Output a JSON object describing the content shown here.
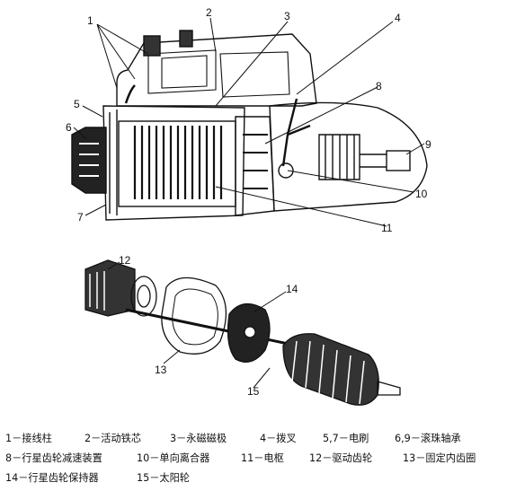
{
  "callouts": [
    "1",
    "2",
    "3",
    "4",
    "5",
    "6",
    "7",
    "8",
    "9",
    "10",
    "11",
    "12",
    "13",
    "14",
    "15"
  ],
  "legend": {
    "row1": [
      "1－接线柱",
      "2－活动铁芯",
      "3－永磁磁极",
      "4－拨叉",
      "5,7－电刷",
      "6,9－滚珠轴承"
    ],
    "row2": [
      "8－行星齿轮减速装置",
      "10－单向离合器",
      "11－电枢",
      "12－驱动齿轮",
      "13－固定内齿圈"
    ],
    "row3": [
      "14－行星齿轮保持器",
      "15－太阳轮"
    ]
  }
}
